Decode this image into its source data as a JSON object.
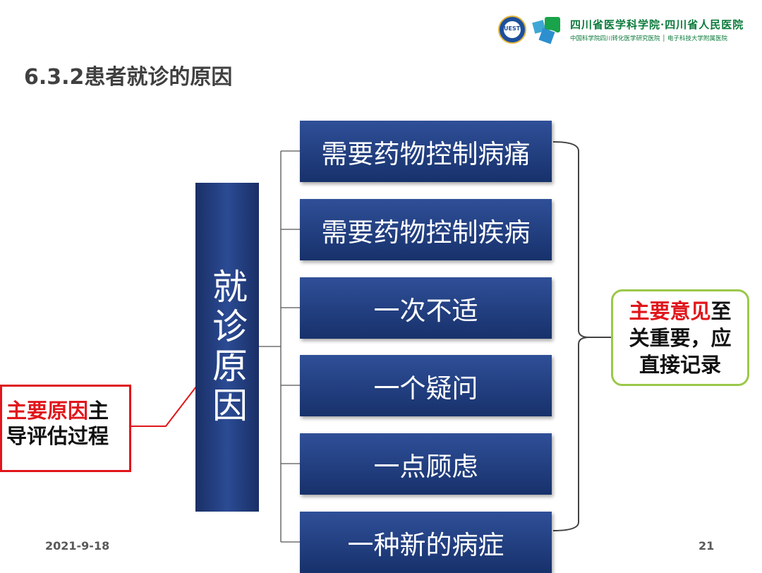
{
  "header": {
    "logo_text": "UESTC",
    "org_line1": "四川省医学科学院·四川省人民医院",
    "org_line2": "中国科学院四川转化医学研究医院 │ 电子科技大学附属医院"
  },
  "title": "6.3.2患者就诊的原因",
  "diagram": {
    "root": "就诊原因",
    "items": [
      "需要药物控制病痛",
      "需要药物控制疾病",
      "一次不适",
      "一个疑问",
      "一点顾虑",
      "一种新的病症"
    ],
    "left_note": {
      "highlight": "主要原因",
      "rest1": "主",
      "line2": "导评估过程"
    },
    "right_note": {
      "highlight1": "主要意见",
      "rest1": "至",
      "line2": "关重要，应",
      "highlight3": "直接记录"
    }
  },
  "footer": {
    "date": "2021-9-18",
    "page": "21"
  },
  "colors": {
    "box_blue": "#1f3a7a",
    "accent_red": "#e0161b",
    "accent_green": "#9bc849",
    "title_gray": "#404040"
  }
}
